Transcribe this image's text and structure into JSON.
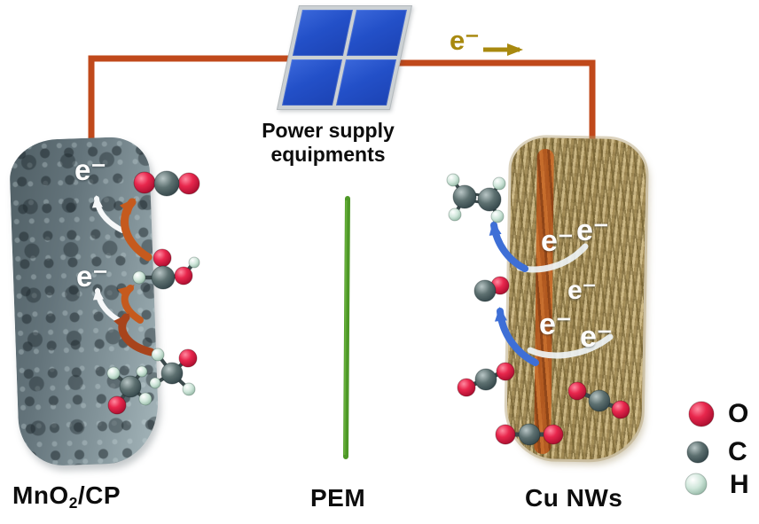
{
  "figure_title": "CO2 electroreduction cell schematic",
  "power_supply": {
    "line1": "Power supply",
    "line2": "equipments"
  },
  "electron_flow_label": "e⁻",
  "left_electrode": {
    "name": "MnO2/CP",
    "label": {
      "prefix": "MnO",
      "subscript": "2",
      "suffix": "/CP"
    },
    "electron_labels": [
      "e⁻",
      "e⁻"
    ],
    "molecules": [
      "CO2",
      "HCOOH",
      "CH3OH",
      "CH3OH"
    ]
  },
  "membrane": {
    "label": "PEM"
  },
  "right_electrode": {
    "name": "Cu NWs",
    "label": "Cu NWs",
    "electron_labels": [
      "e⁻",
      "e⁻",
      "e⁻",
      "e⁻",
      "e⁻"
    ],
    "molecules": [
      "C2H4",
      "CO",
      "CO2",
      "CO2",
      "CO2"
    ]
  },
  "legend": {
    "items": [
      {
        "symbol": "O",
        "color": "#d81c3f"
      },
      {
        "symbol": "C",
        "color": "#5d7070"
      },
      {
        "symbol": "H",
        "color": "#cfe6da"
      }
    ]
  },
  "colors": {
    "wire": "#c0491b",
    "solar_panel_blue": "#2350c8",
    "solar_panel_frame": "#ccd1d4",
    "pem_green": "#4e9827",
    "electron_gold": "#a8890f",
    "electrode_left_gray": "#7d8d91",
    "electrode_right_tan": "#b3a070",
    "copper_core_orange": "#b4561c",
    "arrow_orange": "#c55a1e",
    "arrow_dark_orange": "#a8441c",
    "arrow_blue": "#3e6fd6",
    "arrow_white": "#f2f6f7"
  }
}
